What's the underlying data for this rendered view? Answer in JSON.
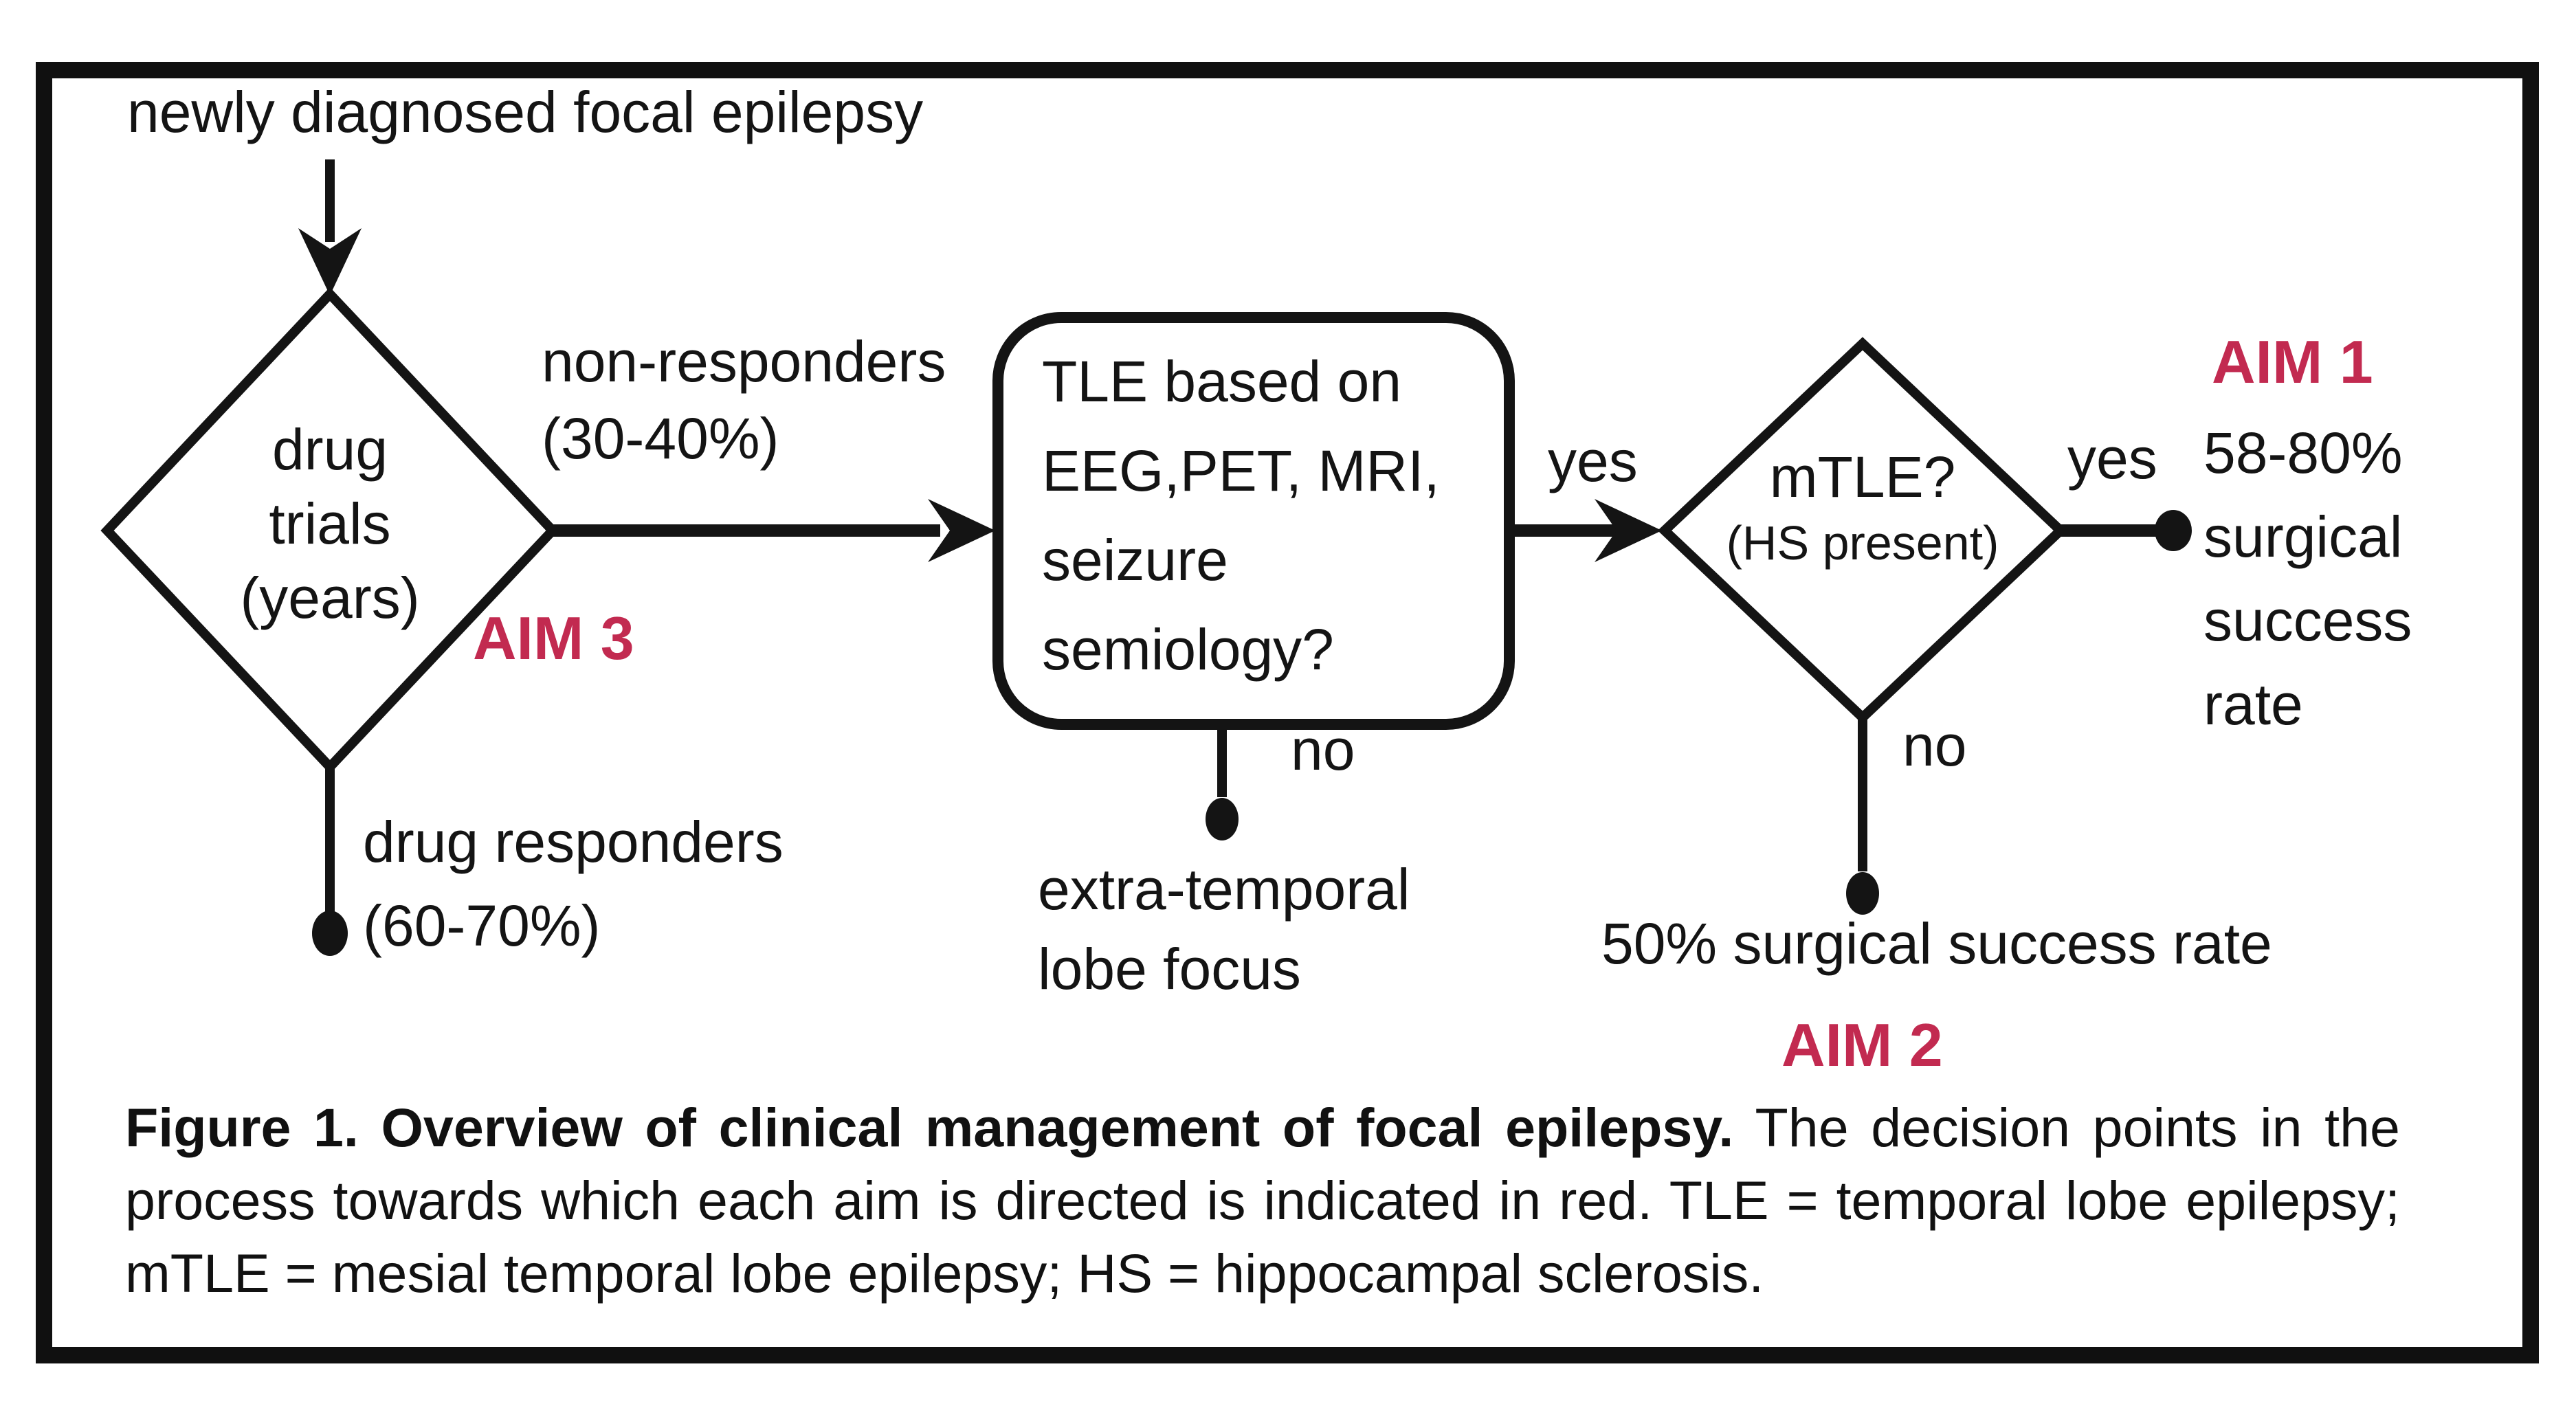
{
  "colors": {
    "accent_red": "#c22a50",
    "ink": "#141414",
    "background": "#ffffff"
  },
  "flowchart": {
    "start_label": "newly diagnosed focal epilepsy",
    "drug_trials_node": {
      "line1": "drug",
      "line2": "trials",
      "line3": "(years)"
    },
    "non_responders_label": {
      "line1": "non-responders",
      "line2": "(30-40%)"
    },
    "aim3_label": "AIM 3",
    "drug_responders_label": {
      "line1": "drug responders",
      "line2": "(60-70%)"
    },
    "tle_node": {
      "line1": "TLE based on",
      "line2": "EEG,PET, MRI,",
      "line3": "seizure",
      "line4": "semiology?"
    },
    "yes_label_tle": "yes",
    "no_label_tle": "no",
    "extra_temporal_label": {
      "line1": "extra-temporal",
      "line2": "lobe focus"
    },
    "mtle_node": {
      "line1": "mTLE?",
      "line2": "(HS present)"
    },
    "yes_label_mtle": "yes",
    "no_label_mtle": "no",
    "aim1_label": "AIM 1",
    "aim1_outcome": {
      "line1": "58-80%",
      "line2": "surgical",
      "line3": "success",
      "line4": "rate"
    },
    "aim2_outcome": "50% surgical success rate",
    "aim2_label": "AIM 2"
  },
  "caption": {
    "bold": "Figure 1. Overview of clinical management of focal epilepsy.",
    "regular": " The decision points in the process towards which each aim is directed is indicated in red. TLE = temporal lobe epilepsy; mTLE = mesial temporal lobe epilepsy; HS = hippocampal sclerosis."
  }
}
